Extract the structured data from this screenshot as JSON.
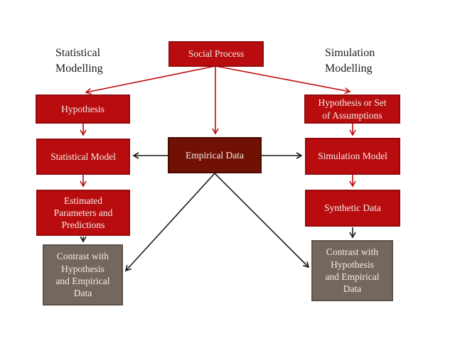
{
  "diagram": {
    "labels": {
      "left": "Statistical\nModelling",
      "right": "Simulation\nModelling"
    },
    "nodes": {
      "social_process": "Social Process",
      "hypothesis": "Hypothesis",
      "statistical_model": "Statistical Model",
      "estimated_parameters": "Estimated\nParameters and\nPredictions",
      "contrast_left": "Contrast with\nHypothesis\nand Empirical\nData",
      "empirical_data": "Empirical Data",
      "hypothesis_or_set": "Hypothesis or Set\nof Assumptions",
      "simulation_model": "Simulation Model",
      "synthetic_data": "Synthetic Data",
      "contrast_right": "Contrast with\nHypothesis\nand Empirical\nData"
    },
    "colors": {
      "red_fill": "#b80c0f",
      "red_border": "#960a0c",
      "maroon_fill": "#701104",
      "maroon_border": "#4a0b02",
      "taupe_fill": "#74675d",
      "taupe_border": "#5e5148",
      "arrow_red": "#c00a0d",
      "arrow_black": "#1a1a1a",
      "text_light": "#f2ece7",
      "label_black": "#1c1c1c"
    }
  }
}
